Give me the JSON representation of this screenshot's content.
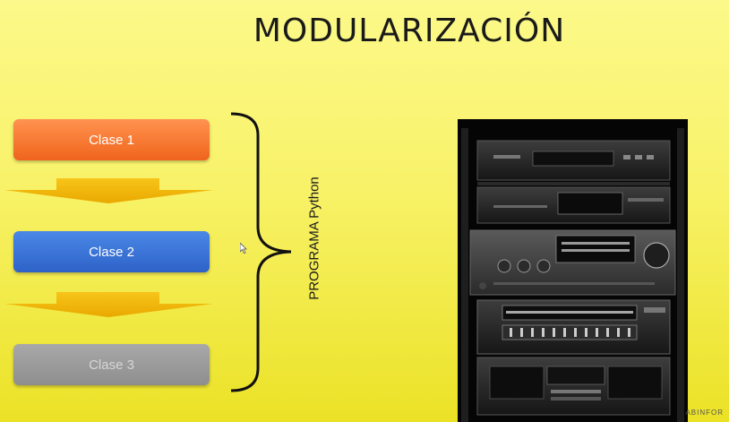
{
  "slide": {
    "title": "MODULARIZACIÓN",
    "boxes": [
      "Clase 1",
      "Clase 2",
      "Clase 3"
    ],
    "vertical_label": "PROGRAMA Python",
    "watermark": "ABINFOR"
  },
  "colors": {
    "box1": "#f47a3a",
    "box2": "#3b73d8",
    "box3": "#9b9b9b",
    "arrow": "#f2b705",
    "background": "#f7f268"
  },
  "icons": {
    "cursor": "mouse-pointer-icon",
    "photo": "stereo-rack-photo"
  }
}
